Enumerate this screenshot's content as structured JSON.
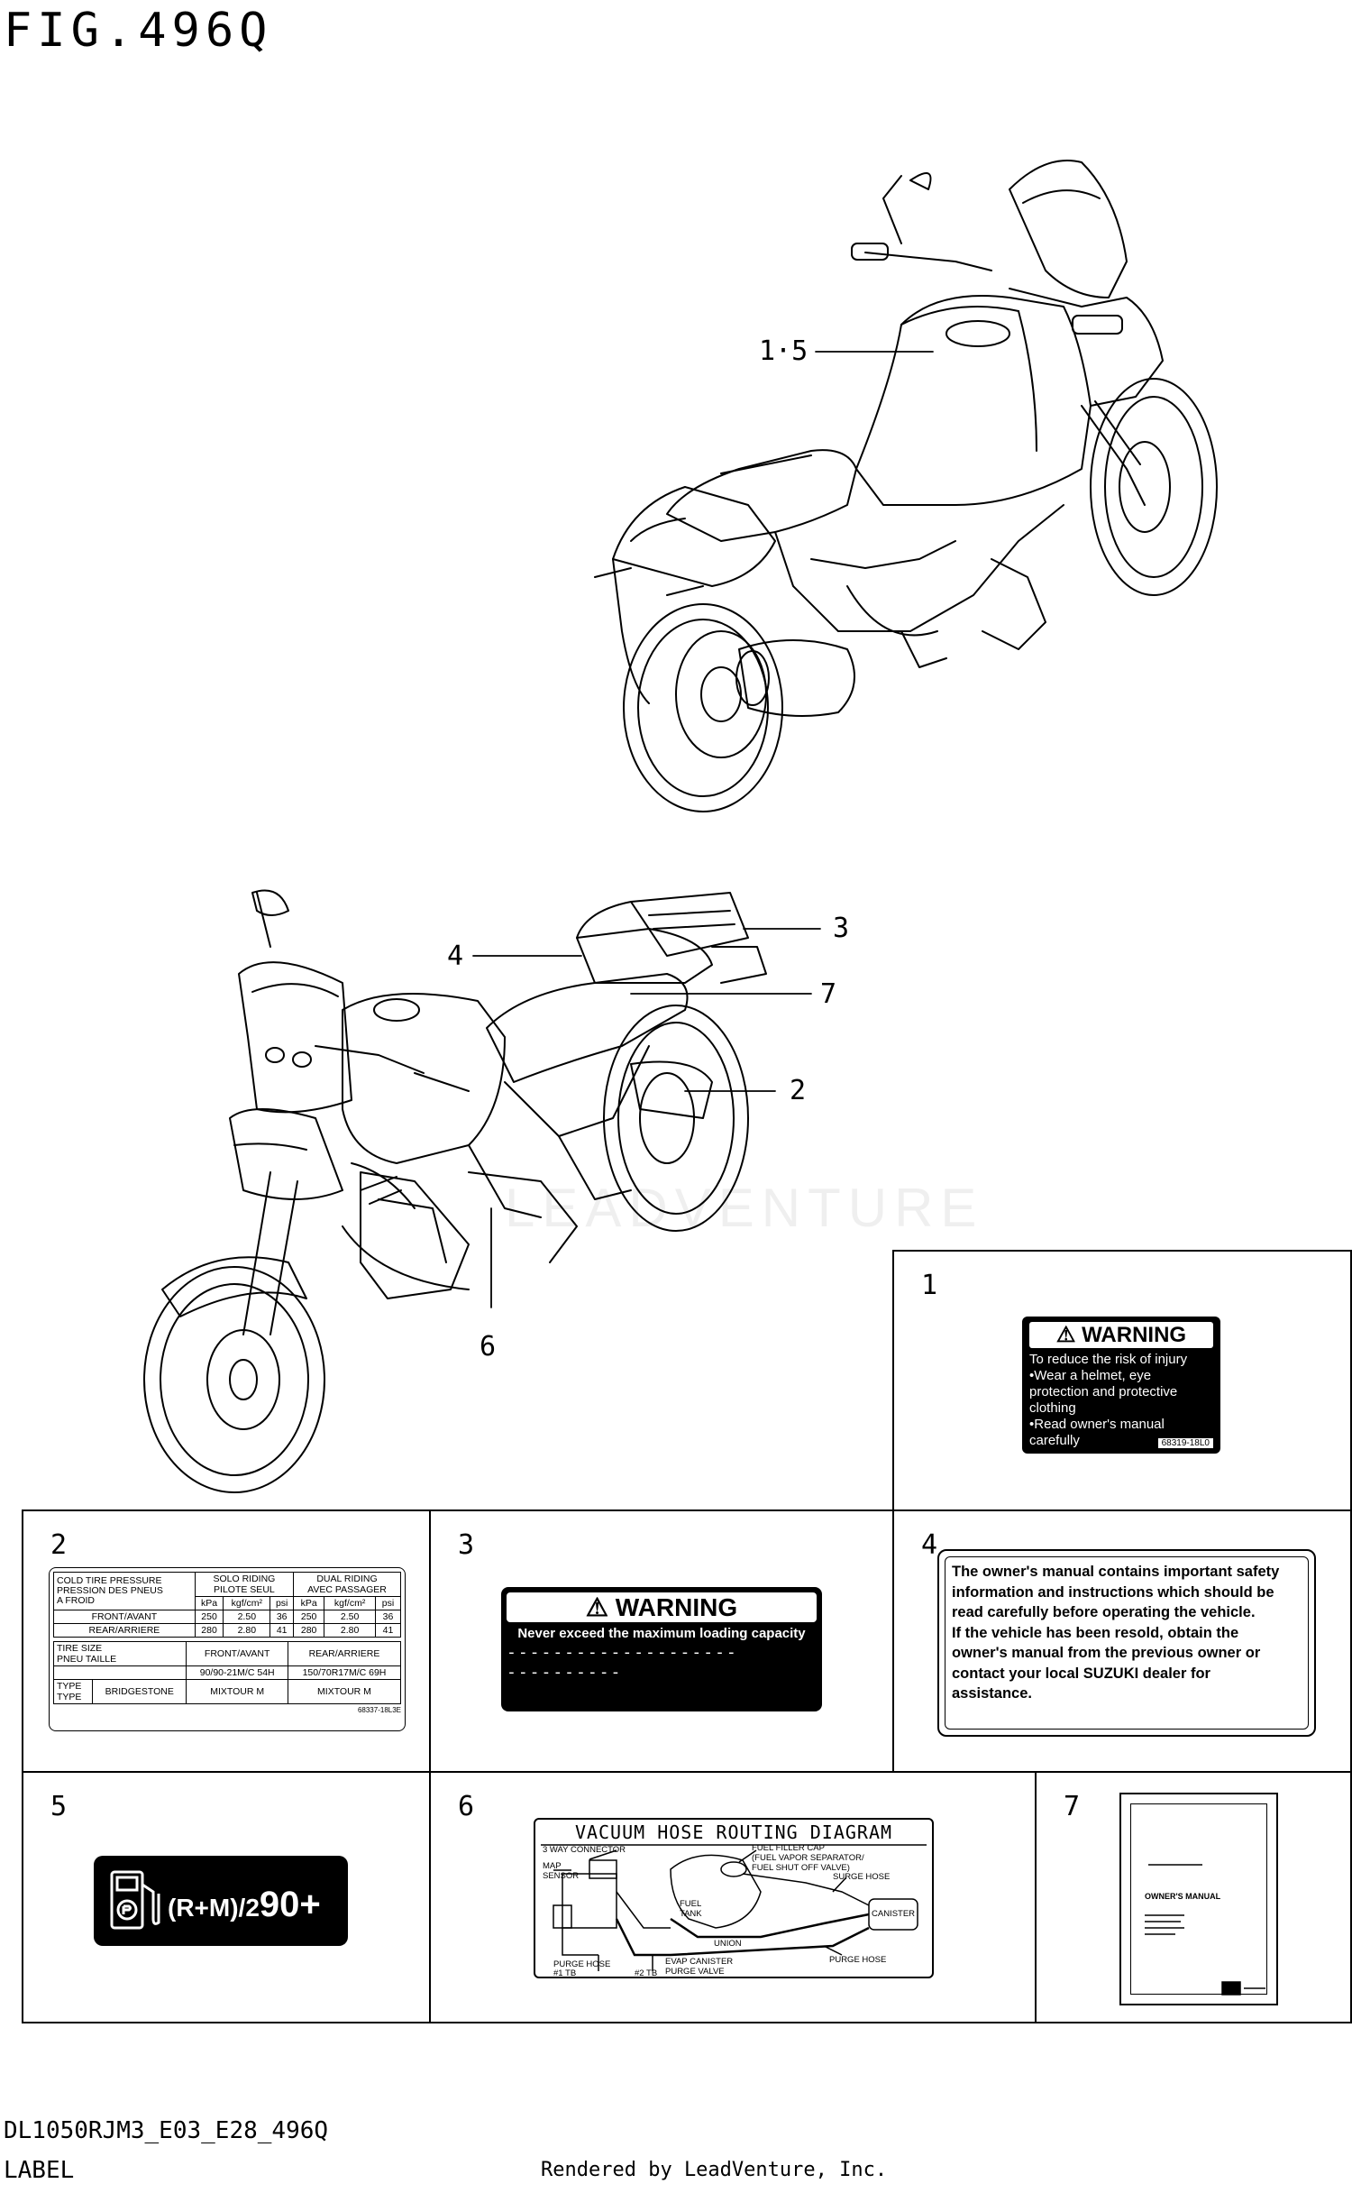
{
  "figure": {
    "title": "FIG.496Q",
    "footer_model": "DL1050RJM3_E03_E28_496Q",
    "footer_caption": "LABEL",
    "credit": "Rendered by LeadVenture, Inc.",
    "watermark": "LEADVENTURE"
  },
  "callouts": [
    {
      "id": "c15",
      "text": "1·5"
    },
    {
      "id": "c3",
      "text": "3"
    },
    {
      "id": "c4",
      "text": "4"
    },
    {
      "id": "c7",
      "text": "7"
    },
    {
      "id": "c2",
      "text": "2"
    },
    {
      "id": "c6",
      "text": "6"
    }
  ],
  "panels": {
    "p1": {
      "number": "1",
      "heading": "WARNING",
      "lines": [
        "To reduce the risk of injury",
        "•Wear a helmet, eye",
        "  protection and protective",
        "  clothing",
        "•Read owner's manual",
        "  carefully"
      ],
      "code": "68319-18L0"
    },
    "p2": {
      "number": "2",
      "r1": [
        "COLD TIRE PRESSURE",
        "SOLO RIDING",
        "DUAL RIDING"
      ],
      "r1b": [
        "PRESSION DES PNEUS",
        "PILOTE SEUL",
        "AVEC PASSAGER"
      ],
      "r1c": "A FROID",
      "units": [
        "kPa",
        "kgf/cm²",
        "psi",
        "kPa",
        "kgf/cm²",
        "psi"
      ],
      "front": [
        "FRONT/AVANT",
        "250",
        "2.50",
        "36",
        "250",
        "2.50",
        "36"
      ],
      "rear": [
        "REAR/ARRIERE",
        "280",
        "2.80",
        "41",
        "280",
        "2.80",
        "41"
      ],
      "size_head": [
        "TIRE SIZE",
        "FRONT/AVANT",
        "REAR/ARRIERE"
      ],
      "size_head_b": "PNEU TAILLE",
      "size_vals": [
        "90/90-21M/C 54H",
        "150/70R17M/C 69H"
      ],
      "type": [
        "TYPE",
        "BRIDGESTONE",
        "MIXTOUR M",
        "MIXTOUR M"
      ],
      "type_b": "TYPE",
      "code": "68337-18L3E"
    },
    "p3": {
      "number": "3",
      "heading": "WARNING",
      "sub": "Never exceed the maximum loading capacity"
    },
    "p4": {
      "number": "4",
      "lines": [
        "The owner's manual contains important safety",
        "information and instructions which should be",
        "read carefully before operating the vehicle.",
        "If the vehicle has been resold, obtain the",
        "owner's manual from the previous owner or",
        "contact your local SUZUKI dealer for",
        "assistance."
      ]
    },
    "p5": {
      "number": "5",
      "octane_formula": "(R+M)/2",
      "octane_value": "90+"
    },
    "p6": {
      "number": "6",
      "title": "VACUUM HOSE ROUTING DIAGRAM",
      "labels": {
        "connector": "3 WAY CONNECTOR",
        "map": "MAP",
        "sensor": "SENSOR",
        "cap1": "FUEL FILLER CAP",
        "cap2": "(FUEL VAPOR SEPARATOR/",
        "cap3": "FUEL SHUT OFF VALVE)",
        "surge": "SURGE HOSE",
        "fuel": "FUEL",
        "tank": "TANK",
        "canister": "CANISTER",
        "union": "UNION",
        "purge": "PURGE HOSE",
        "purge2": "PURGE HOSE",
        "tb1": "#1 TB",
        "tb2": "#2 TB",
        "evap1": "EVAP CANISTER",
        "evap2": "PURGE VALVE"
      }
    },
    "p7": {
      "number": "7",
      "title": "OWNER'S MANUAL"
    }
  }
}
